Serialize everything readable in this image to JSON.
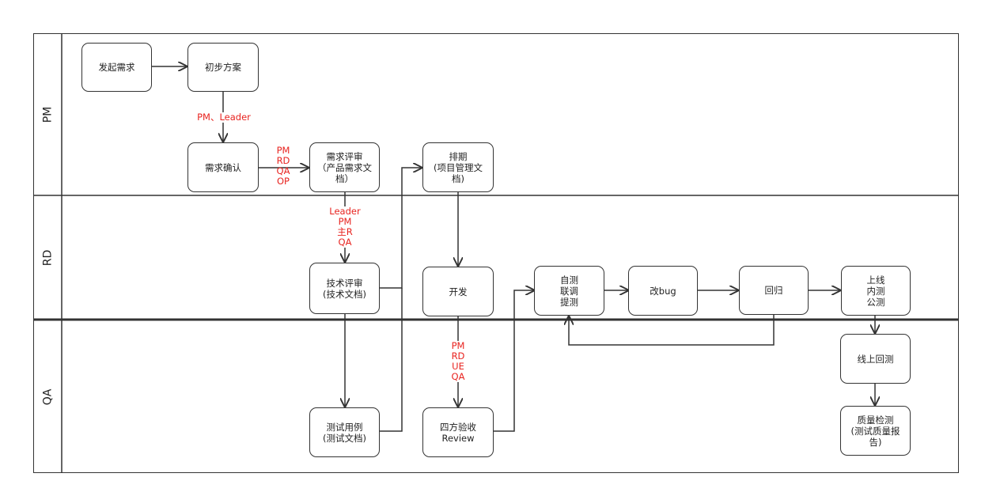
{
  "lanes": [
    {
      "id": "pm",
      "label": "PM"
    },
    {
      "id": "rd",
      "label": "RD"
    },
    {
      "id": "qa",
      "label": "QA"
    }
  ],
  "nodes": {
    "initiate": "发起需求",
    "draft": "初步方案",
    "confirm": "需求确认",
    "req_review": "需求评审\n（产品需求文\n档）",
    "schedule": "排期\n(项目管理文\n档)",
    "tech_review": "技术评审\n(技术文档)",
    "develop": "开发",
    "selftest": "自测\n联调\n提测",
    "fixbug": "改bug",
    "regress": "回归",
    "release": "上线\n内测\n公测",
    "testcase": "测试用例\n(测试文档)",
    "acceptance": "四方验收\nReview",
    "online_regress": "线上回测",
    "quality": "质量检测\n(测试质量报\n告)"
  },
  "labels": {
    "pm_leader": "PM、Leader",
    "req_review_roles": "PM\nRD\nQA\nOP",
    "tech_review_roles": "Leader\nPM\n主R\nQA",
    "acceptance_roles": "PM\nRD\nUE\nQA"
  },
  "colors": {
    "stroke": "#333333",
    "label": "#e8231f"
  }
}
